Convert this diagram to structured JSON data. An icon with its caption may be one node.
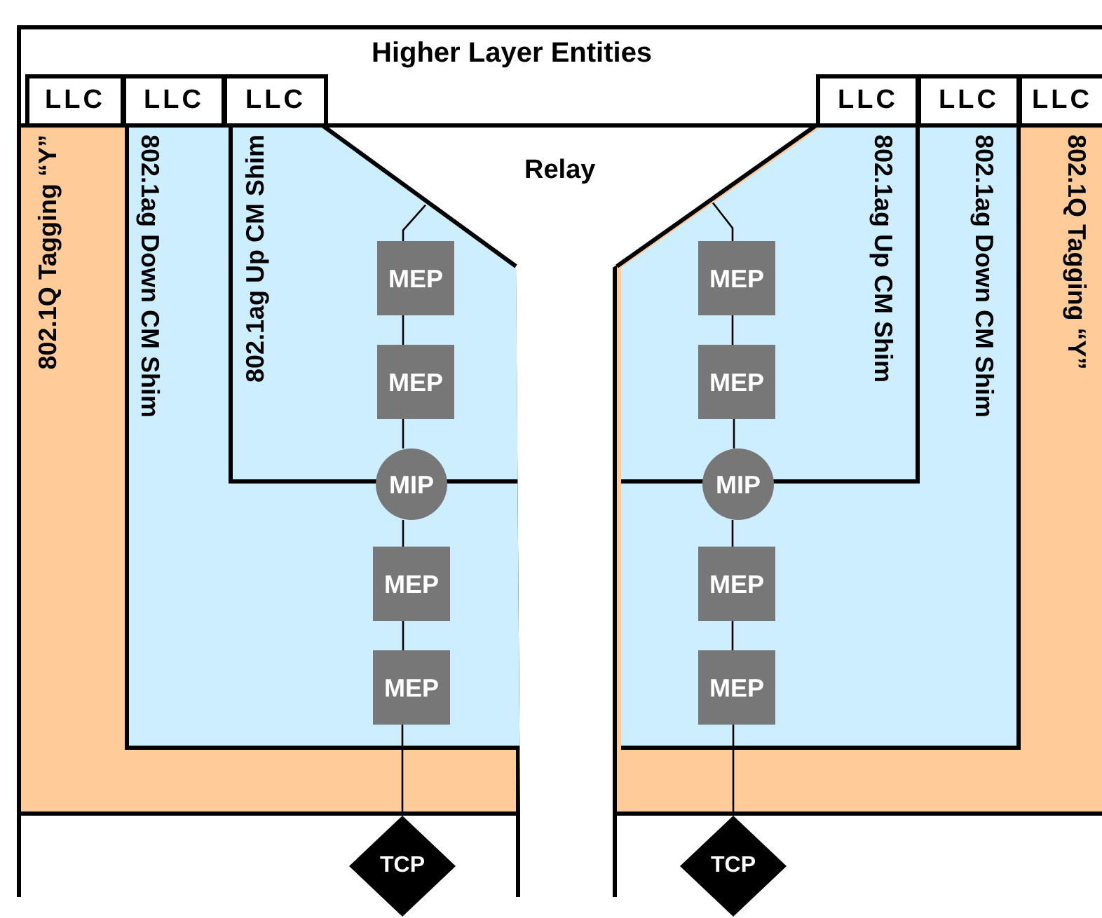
{
  "diagram": {
    "nodes": [
      {
        "text": [
          "Higher Layer Entities"
        ]
      },
      {
        "text": [
          "LLC"
        ],
        "in": 0
      },
      {
        "text": [
          "LLC"
        ],
        "in": 0
      },
      {
        "text": [
          "LLC"
        ],
        "in": 0
      },
      {
        "text": [
          "LLC"
        ],
        "in": 0
      },
      {
        "text": [
          "LLC"
        ],
        "in": 0
      },
      {
        "text": [
          "LLC"
        ],
        "in": 0
      },
      {
        "text": [
          "Relay"
        ]
      },
      {
        "text": [
          "802.1Q Tagging “Y”"
        ]
      },
      {
        "text": [
          "802.1ag Down CM Shim"
        ],
        "in": 8
      },
      {
        "text": [
          "802.1ag Up CM Shim"
        ],
        "in": 9
      },
      {
        "text": [
          "MEP"
        ],
        "in": 10
      },
      {
        "text": [
          "MEP"
        ],
        "in": 10
      },
      {
        "text": [
          "MIP"
        ],
        "in": 9
      },
      {
        "text": [
          "MEP"
        ],
        "in": 9
      },
      {
        "text": [
          "MEP"
        ],
        "in": 9
      },
      {
        "text": [],
        "shape": "box"
      },
      {
        "text": [
          "TCP"
        ]
      },
      {
        "text": [
          "802.1Q Tagging “Y”"
        ]
      },
      {
        "text": [
          "802.1ag Down CM Shim"
        ],
        "in": 18
      },
      {
        "text": [
          "802.1ag Up CM Shim"
        ],
        "in": 19
      },
      {
        "text": [
          "MEP"
        ],
        "in": 20
      },
      {
        "text": [
          "MEP"
        ],
        "in": 20
      },
      {
        "text": [
          "MIP"
        ],
        "in": 19
      },
      {
        "text": [
          "MEP"
        ],
        "in": 19
      },
      {
        "text": [
          "MEP"
        ],
        "in": 19
      },
      {
        "text": [],
        "shape": "box"
      },
      {
        "text": [
          "TCP"
        ]
      }
    ],
    "edges": [
      {
        "from": 7,
        "to": 11,
        "arrow": "none"
      },
      {
        "from": 11,
        "to": 12,
        "arrow": "none"
      },
      {
        "from": 12,
        "to": 13,
        "arrow": "none"
      },
      {
        "from": 13,
        "to": 14,
        "arrow": "none"
      },
      {
        "from": 14,
        "to": 15,
        "arrow": "none"
      },
      {
        "from": 15,
        "to": 17,
        "arrow": "none"
      },
      {
        "from": 7,
        "to": 21,
        "arrow": "none"
      },
      {
        "from": 21,
        "to": 22,
        "arrow": "none"
      },
      {
        "from": 22,
        "to": 23,
        "arrow": "none"
      },
      {
        "from": 23,
        "to": 24,
        "arrow": "none"
      },
      {
        "from": 24,
        "to": 25,
        "arrow": "none"
      },
      {
        "from": 25,
        "to": 27,
        "arrow": "none"
      }
    ]
  }
}
